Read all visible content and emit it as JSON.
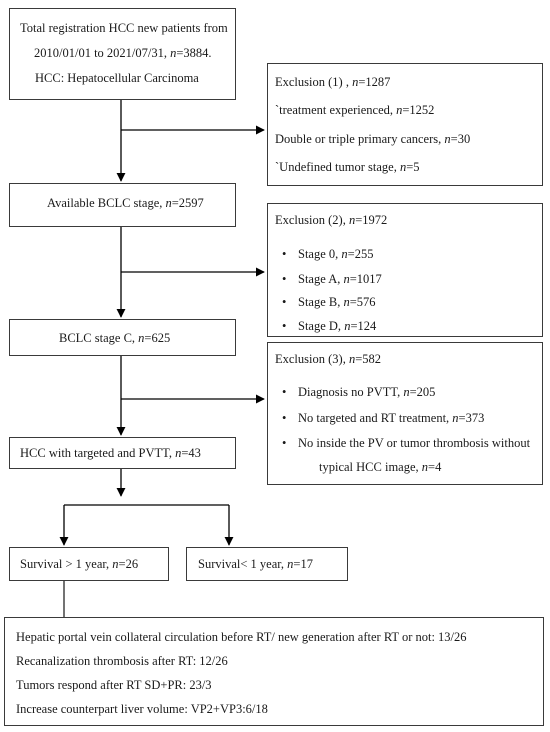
{
  "boxes": {
    "total": {
      "line1": "Total registration HCC new patients from",
      "line2_pre": "2010/01/01 to 2021/07/31, ",
      "line2_n": "n",
      "line2_post": "=3884.",
      "line3": "HCC: Hepatocellular Carcinoma"
    },
    "exclusion1": {
      "title_pre": "Exclusion (1) , ",
      "title_n": "n",
      "title_post": "=1287",
      "items": [
        {
          "pre": "`treatment experienced, ",
          "n": "n",
          "post": "=1252"
        },
        {
          "pre": "Double or triple primary cancers, ",
          "n": "n",
          "post": "=30"
        },
        {
          "pre": "`Undefined tumor stage, ",
          "n": "n",
          "post": "=5"
        }
      ]
    },
    "bclc_available": {
      "pre": "Available BCLC stage, ",
      "n": "n",
      "post": "=2597"
    },
    "exclusion2": {
      "title_pre": "Exclusion (2), ",
      "title_n": "n",
      "title_post": "=1972",
      "bullet": "•",
      "items": [
        {
          "pre": "Stage 0, ",
          "n": "n",
          "post": "=255"
        },
        {
          "pre": "Stage A, ",
          "n": "n",
          "post": "=1017"
        },
        {
          "pre": "Stage B, ",
          "n": "n",
          "post": "=576"
        },
        {
          "pre": "Stage D, ",
          "n": "n",
          "post": "=124"
        }
      ]
    },
    "bclc_c": {
      "pre": "BCLC stage C, ",
      "n": "n",
      "post": "=625"
    },
    "exclusion3": {
      "title_pre": "Exclusion (3), ",
      "title_n": "n",
      "title_post": "=582",
      "bullet": "•",
      "items": [
        {
          "pre": "Diagnosis no PVTT, ",
          "n": "n",
          "post": "=205"
        },
        {
          "pre": "No targeted and RT treatment, ",
          "n": "n",
          "post": "=373"
        },
        {
          "pre": "No inside the PV or tumor thrombosis without",
          "n": "",
          "post": ""
        }
      ],
      "item3_line2_pre": "typical HCC image, ",
      "item3_line2_n": "n",
      "item3_line2_post": "=4"
    },
    "hcc_targeted": {
      "pre": "HCC with targeted and PVTT, ",
      "n": "n",
      "post": "=43"
    },
    "survival_gt": {
      "pre": "Survival > 1 year, ",
      "n": "n",
      "post": "=26"
    },
    "survival_lt": {
      "pre": "Survival< 1 year, ",
      "n": "n",
      "post": "=17"
    },
    "outcomes": {
      "lines": [
        "Hepatic portal vein collateral circulation before RT/ new generation after RT or not: 13/26",
        "Recanalization thrombosis after RT: 12/26",
        "Tumors respond after RT SD+PR: 23/3",
        "Increase counterpart liver volume: VP2+VP3:6/18"
      ]
    }
  },
  "colors": {
    "border": "#3a3a3a",
    "arrow": "#000000",
    "text": "#1a1a1a"
  }
}
